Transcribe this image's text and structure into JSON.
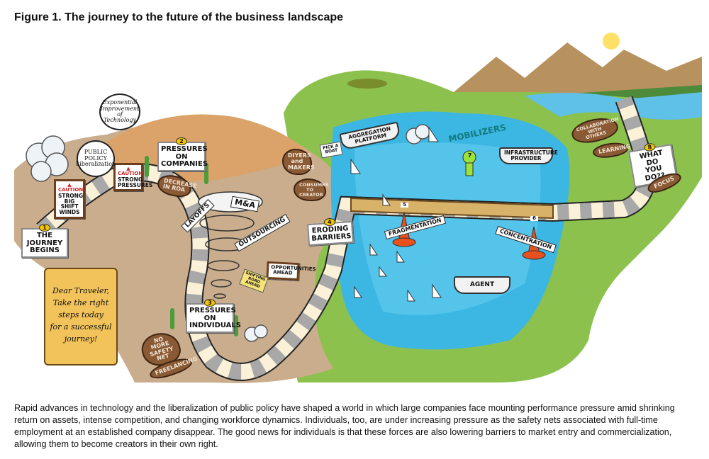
{
  "figure": {
    "title": "Figure 1. The journey to the future of the business landscape",
    "caption": "Rapid advances in technology and the liberalization of public policy have shaped a world in which large companies face mounting performance pressure amid shrinking return on assets, intense competition, and changing workforce dynamics. Individuals, too, are under increasing pressure as the safety nets associated with full-time employment at an established company disappear. The good news for individuals is that these forces are also lowering barriers to market entry and commercialization, allowing them to become creators in their own right."
  },
  "illustration": {
    "signs": {
      "s1": {
        "num": "1",
        "text": "THE\nJOURNEY\nBEGINS"
      },
      "s2": {
        "num": "2",
        "text": "PRESSURES\nON COMPANIES"
      },
      "s3": {
        "num": "3",
        "text": "PRESSURES\nON INDIVIDUALS"
      },
      "s4": {
        "num": "4",
        "text": "ERODING\nBARRIERS"
      },
      "s8": {
        "num": "8",
        "text": "WHAT DO\nYOU DO??"
      },
      "caution1": {
        "warn": "▲ CAUTION",
        "text": "STRONG\nBIG SHIFT\nWINDS"
      },
      "caution2": {
        "warn": "▲ CAUTION",
        "text": "STRONG\nPRESSURES"
      },
      "opportunities": "OPPORTUNITIES\nAHEAD"
    },
    "bubbles": {
      "technology": "Exponential Improvement of Technology",
      "policy": "PUBLIC POLICY Liberalization"
    },
    "tornado": {
      "layoffs": "LAYOFFS",
      "ma": "M&A",
      "outsourcing": "OUTSOURCING"
    },
    "flags": {
      "shifting": "SHIFTING ROAD AHEAD",
      "pick_boat": "PICK A BOAT"
    },
    "rocks": {
      "roa": "DECREASE\nIN ROA",
      "safety_net": "NO MORE\nSAFETY NET",
      "freelancing": "FREELANCING",
      "diyers": "DIYERS\nand\nMAKERS",
      "consumer": "CONSUMER\nTO\nCREATOR",
      "collaboration": "COLLABORATION\nWITH OTHERS",
      "learning": "LEARNING",
      "focus": "FOCUS"
    },
    "ships": {
      "aggregation": "AGGREGATION\nPLATFORM",
      "infrastructure": "INFRASTRUCTURE\nPROVIDER",
      "agent": "AGENT"
    },
    "lake": {
      "mobilizers": "MOBILIZERS",
      "buoy5": "5",
      "buoy6": "6",
      "buoy7": "7",
      "fragmentation": "FRAGMENTATION",
      "concentration": "CONCENTRATION"
    },
    "scroll": "Dear Traveler,\nTake the right\nsteps today\nfor a successful\njourney!"
  }
}
